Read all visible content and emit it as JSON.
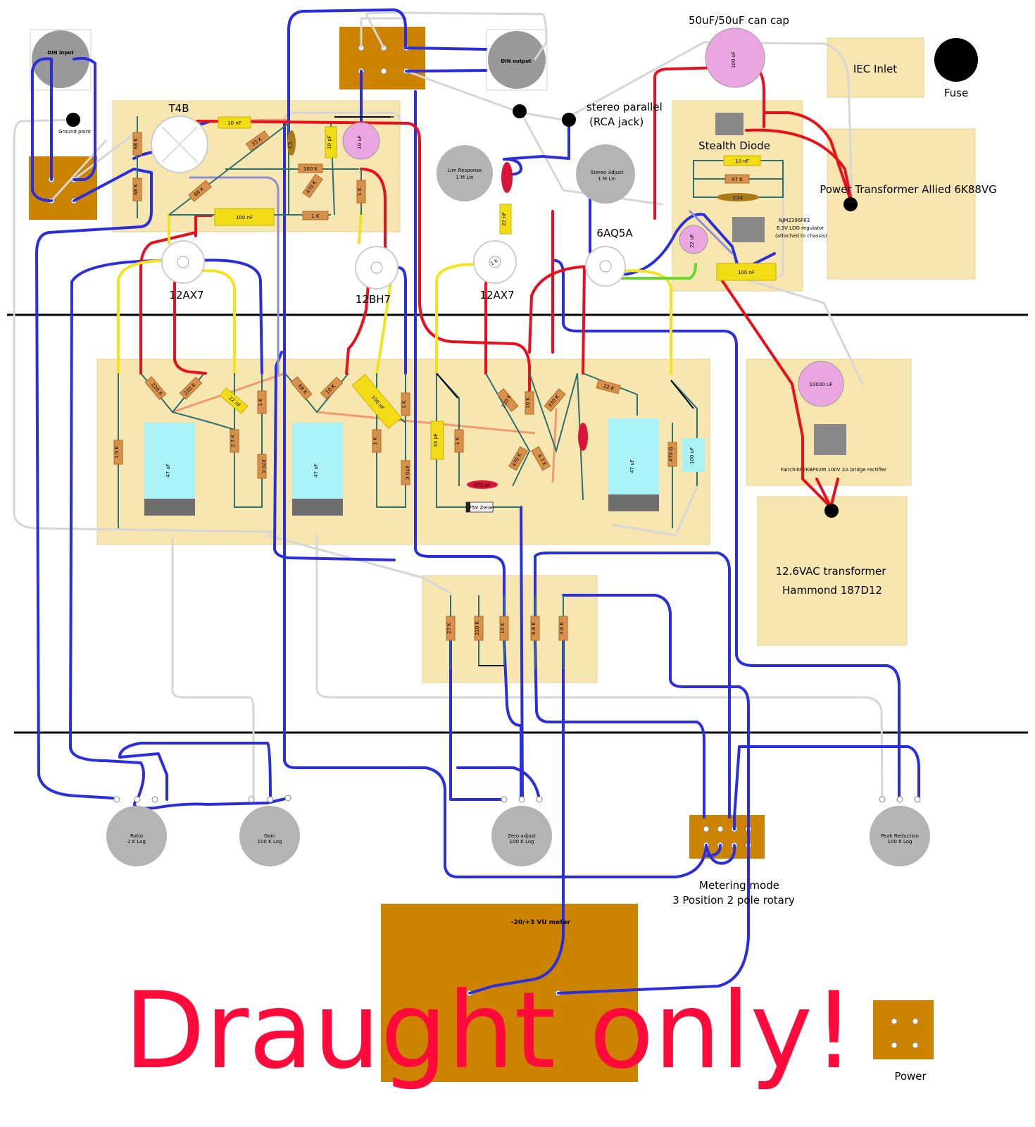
{
  "title": "Draught only!",
  "boards": {
    "can_cap": "50uF/50uF can cap",
    "can_cap_inner": "100 uF",
    "iec": "IEC Inlet",
    "fuse": "Fuse",
    "stealth_diode": "Stealth Diode",
    "power_transformer": "Power Transformer Allied 6K88VG",
    "heater_transformer_line1": "12.6VAC transformer",
    "heater_transformer_line2": "Hammond 187D12",
    "ldo_line1": "NJM2396F63",
    "ldo_line2": "6.3V LDO regulator",
    "ldo_line3": "(attached to chassis)",
    "bridge": "Fairchild 2KBP02M 100V 2A bridge rectifier",
    "big_cap": "10000 uF",
    "stereo_parallel_line1": "stereo parallel",
    "stereo_parallel_line2": "(RCA jack)",
    "ground_point": "Ground point",
    "din_input": "DIN input",
    "din_output": "DIN output",
    "vu_meter": "-20/+3 VU meter",
    "metering_line1": "Metering mode",
    "metering_line2": "3  Position 2 pole rotary",
    "power": "Power"
  },
  "tubes": {
    "t4b": "T4B",
    "v1": "12AX7",
    "v2": "12BH7",
    "v3": "12AX7",
    "v4": "6AQ5A"
  },
  "pots": {
    "lim_response": "Lim Response",
    "lim_response_val": "1 M Lin",
    "stereo_adjust": "Stereo Adjust",
    "stereo_adjust_val": "1 M Lin",
    "ratio": "Ratio",
    "ratio_val": "2 K Log",
    "gain": "Gain",
    "gain_val": "100 K Log",
    "zero_adjust": "Zero adjust",
    "zero_adjust_val": "100 K Log",
    "peak_reduction": "Peak Reduction",
    "peak_reduction_val": "100 K Log"
  },
  "parts": {
    "top": [
      "10 nF",
      "68 K",
      "68 K",
      "33 K",
      "68 K",
      "C5",
      "10 pF",
      "100 K",
      "470 K",
      "1 K",
      "100 nF",
      "1 K",
      "10 uF",
      "22 nF",
      "1 K"
    ],
    "psu": [
      "10 nF",
      "47 K",
      "C14",
      "22 uF",
      "100 nF"
    ],
    "main": [
      "220 K",
      "220 K",
      "1.5 K",
      "22 nF",
      "1 K",
      "2.7 K",
      "470 K",
      "47 uF",
      "68 K",
      "10 K",
      "100 nF",
      "1 K",
      "1 K",
      "470 K",
      "47 uF",
      "33 pF",
      "1 K",
      "220 K",
      "10 K",
      "330 K",
      "470 K",
      "4.7 K",
      "22 K",
      "47 uF",
      "470 Ω",
      "100 uF",
      "470 pF",
      "75V Zener"
    ],
    "meter_board": [
      "27 K",
      "330 K",
      "10 K",
      "6.8 K",
      "3.6 K"
    ]
  },
  "colors": {
    "board": "#f8e6b0",
    "pcb": "#cc8400",
    "wire_blue": "#2a2ee0",
    "wire_red": "#e8101e",
    "wire_yellow": "#f2e41c",
    "wire_gray": "#d6d6d6",
    "electrolytic": "#a8f2f8",
    "stamp": "#ff0a3a"
  }
}
